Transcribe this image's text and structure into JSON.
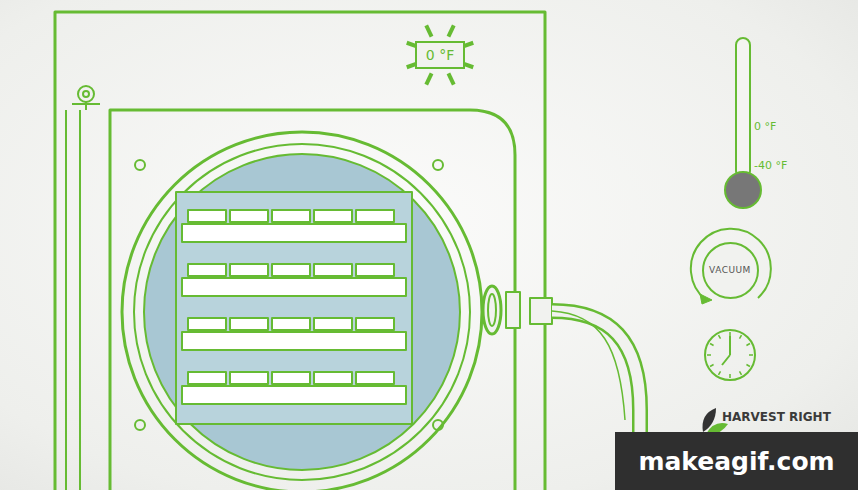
{
  "diagram": {
    "nodes": [
      {
        "text": [
          "0 °F"
        ]
      },
      {
        "text": [
          "VACUUM"
        ]
      },
      {
        "text": [
          "makeagif.com"
        ]
      }
    ],
    "labels": [
      "0 °F",
      "-40 °F",
      "HARVEST RIGHT"
    ]
  }
}
